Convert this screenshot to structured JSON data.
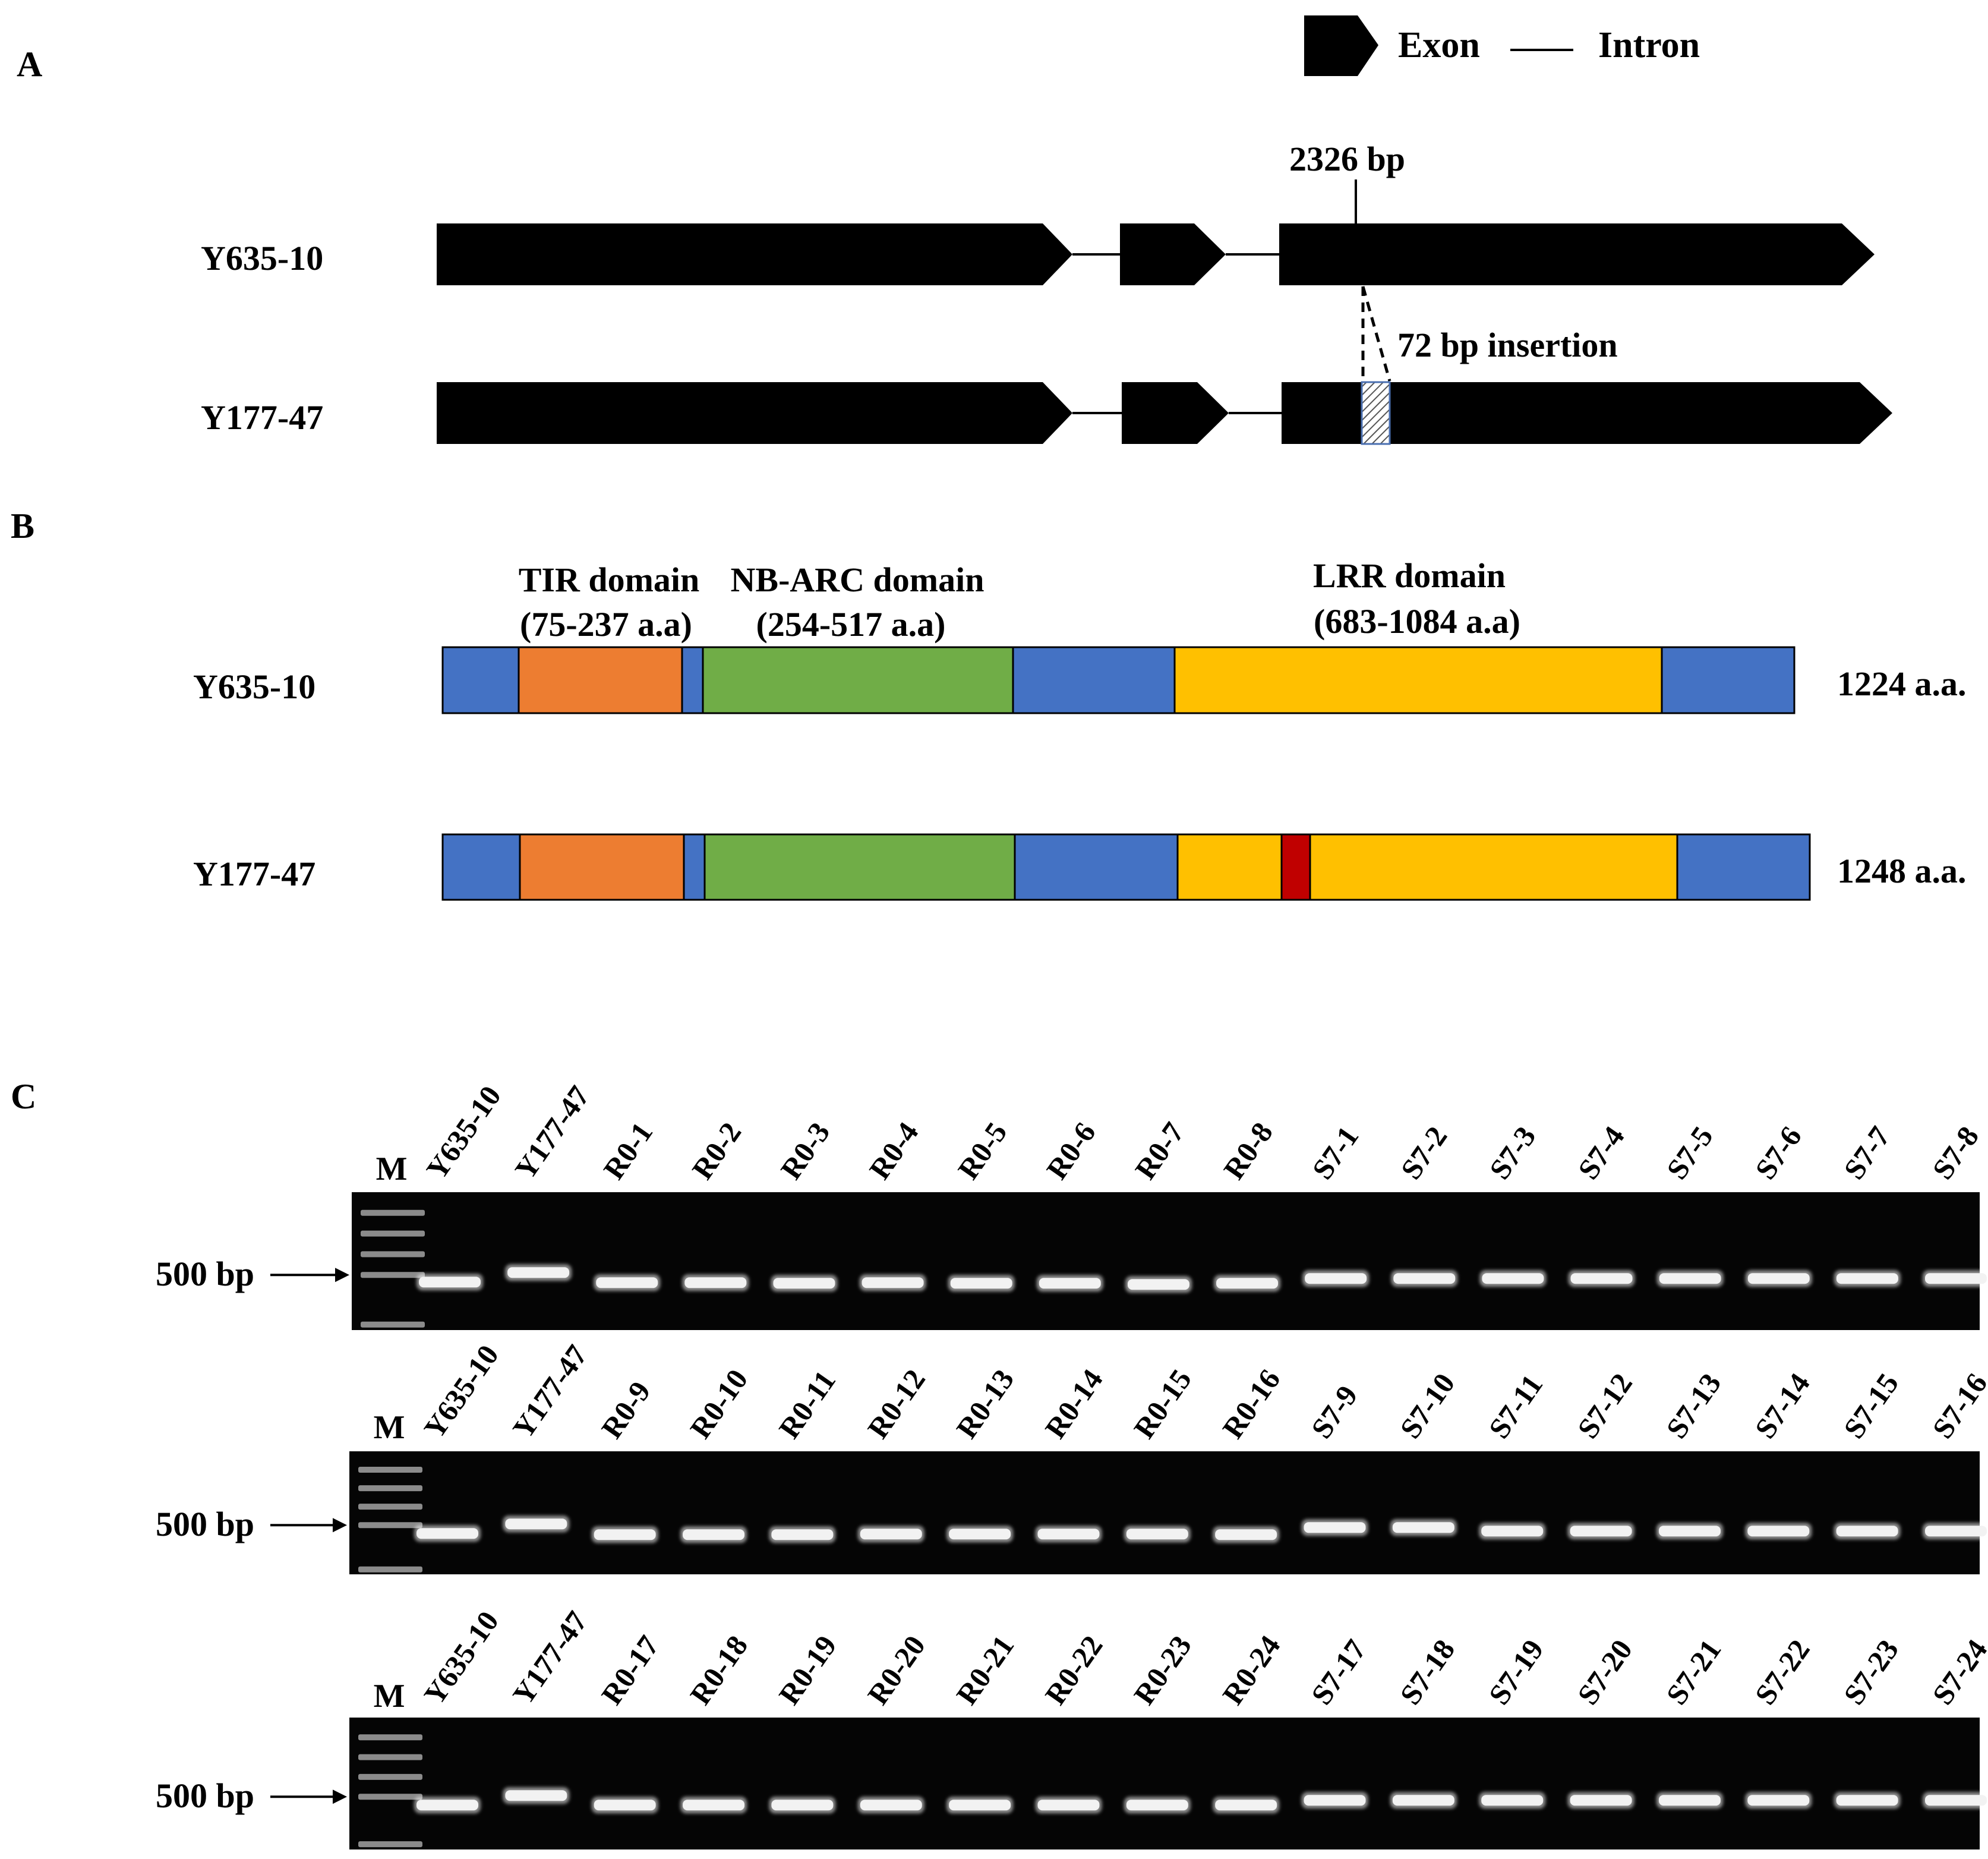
{
  "panel_a": {
    "label": "A",
    "legend": {
      "exon": "Exon",
      "intron": "Intron"
    },
    "position_label": "2326 bp",
    "insertion_label": "72 bp insertion",
    "genes": [
      {
        "name": "Y635-10"
      },
      {
        "name": "Y177-47"
      }
    ]
  },
  "panel_b": {
    "label": "B",
    "domains": [
      {
        "name": "TIR domain",
        "range": "(75-237 a.a)"
      },
      {
        "name": "NB-ARC domain",
        "range": "(254-517 a.a)"
      },
      {
        "name": "LRR domain",
        "range": "(683-1084 a.a)"
      }
    ],
    "proteins": [
      {
        "name": "Y635-10",
        "length": "1224 a.a."
      },
      {
        "name": "Y177-47",
        "length": "1248 a.a."
      }
    ],
    "colors": {
      "backbone": "#4472C4",
      "tir": "#ED7D31",
      "nb_arc": "#70AD47",
      "lrr": "#FFC000",
      "insertion": "#C00000"
    }
  },
  "panel_c": {
    "label": "C",
    "marker_label": "M",
    "size_label": "500 bp",
    "gels": [
      {
        "lanes": [
          "Y635-10",
          "Y177-47",
          "R0-1",
          "R0-2",
          "R0-3",
          "R0-4",
          "R0-5",
          "R0-6",
          "R0-7",
          "R0-8",
          "S7-1",
          "S7-2",
          "S7-3",
          "S7-4",
          "S7-5",
          "S7-6",
          "S7-7",
          "S7-8"
        ]
      },
      {
        "lanes": [
          "Y635-10",
          "Y177-47",
          "R0-9",
          "R0-10",
          "R0-11",
          "R0-12",
          "R0-13",
          "R0-14",
          "R0-15",
          "R0-16",
          "S7-9",
          "S7-10",
          "S7-11",
          "S7-12",
          "S7-13",
          "S7-14",
          "S7-15",
          "S7-16"
        ]
      },
      {
        "lanes": [
          "Y635-10",
          "Y177-47",
          "R0-17",
          "R0-18",
          "R0-19",
          "R0-20",
          "R0-21",
          "R0-22",
          "R0-23",
          "R0-24",
          "S7-17",
          "S7-18",
          "S7-19",
          "S7-20",
          "S7-21",
          "S7-22",
          "S7-23",
          "S7-24"
        ]
      }
    ]
  }
}
